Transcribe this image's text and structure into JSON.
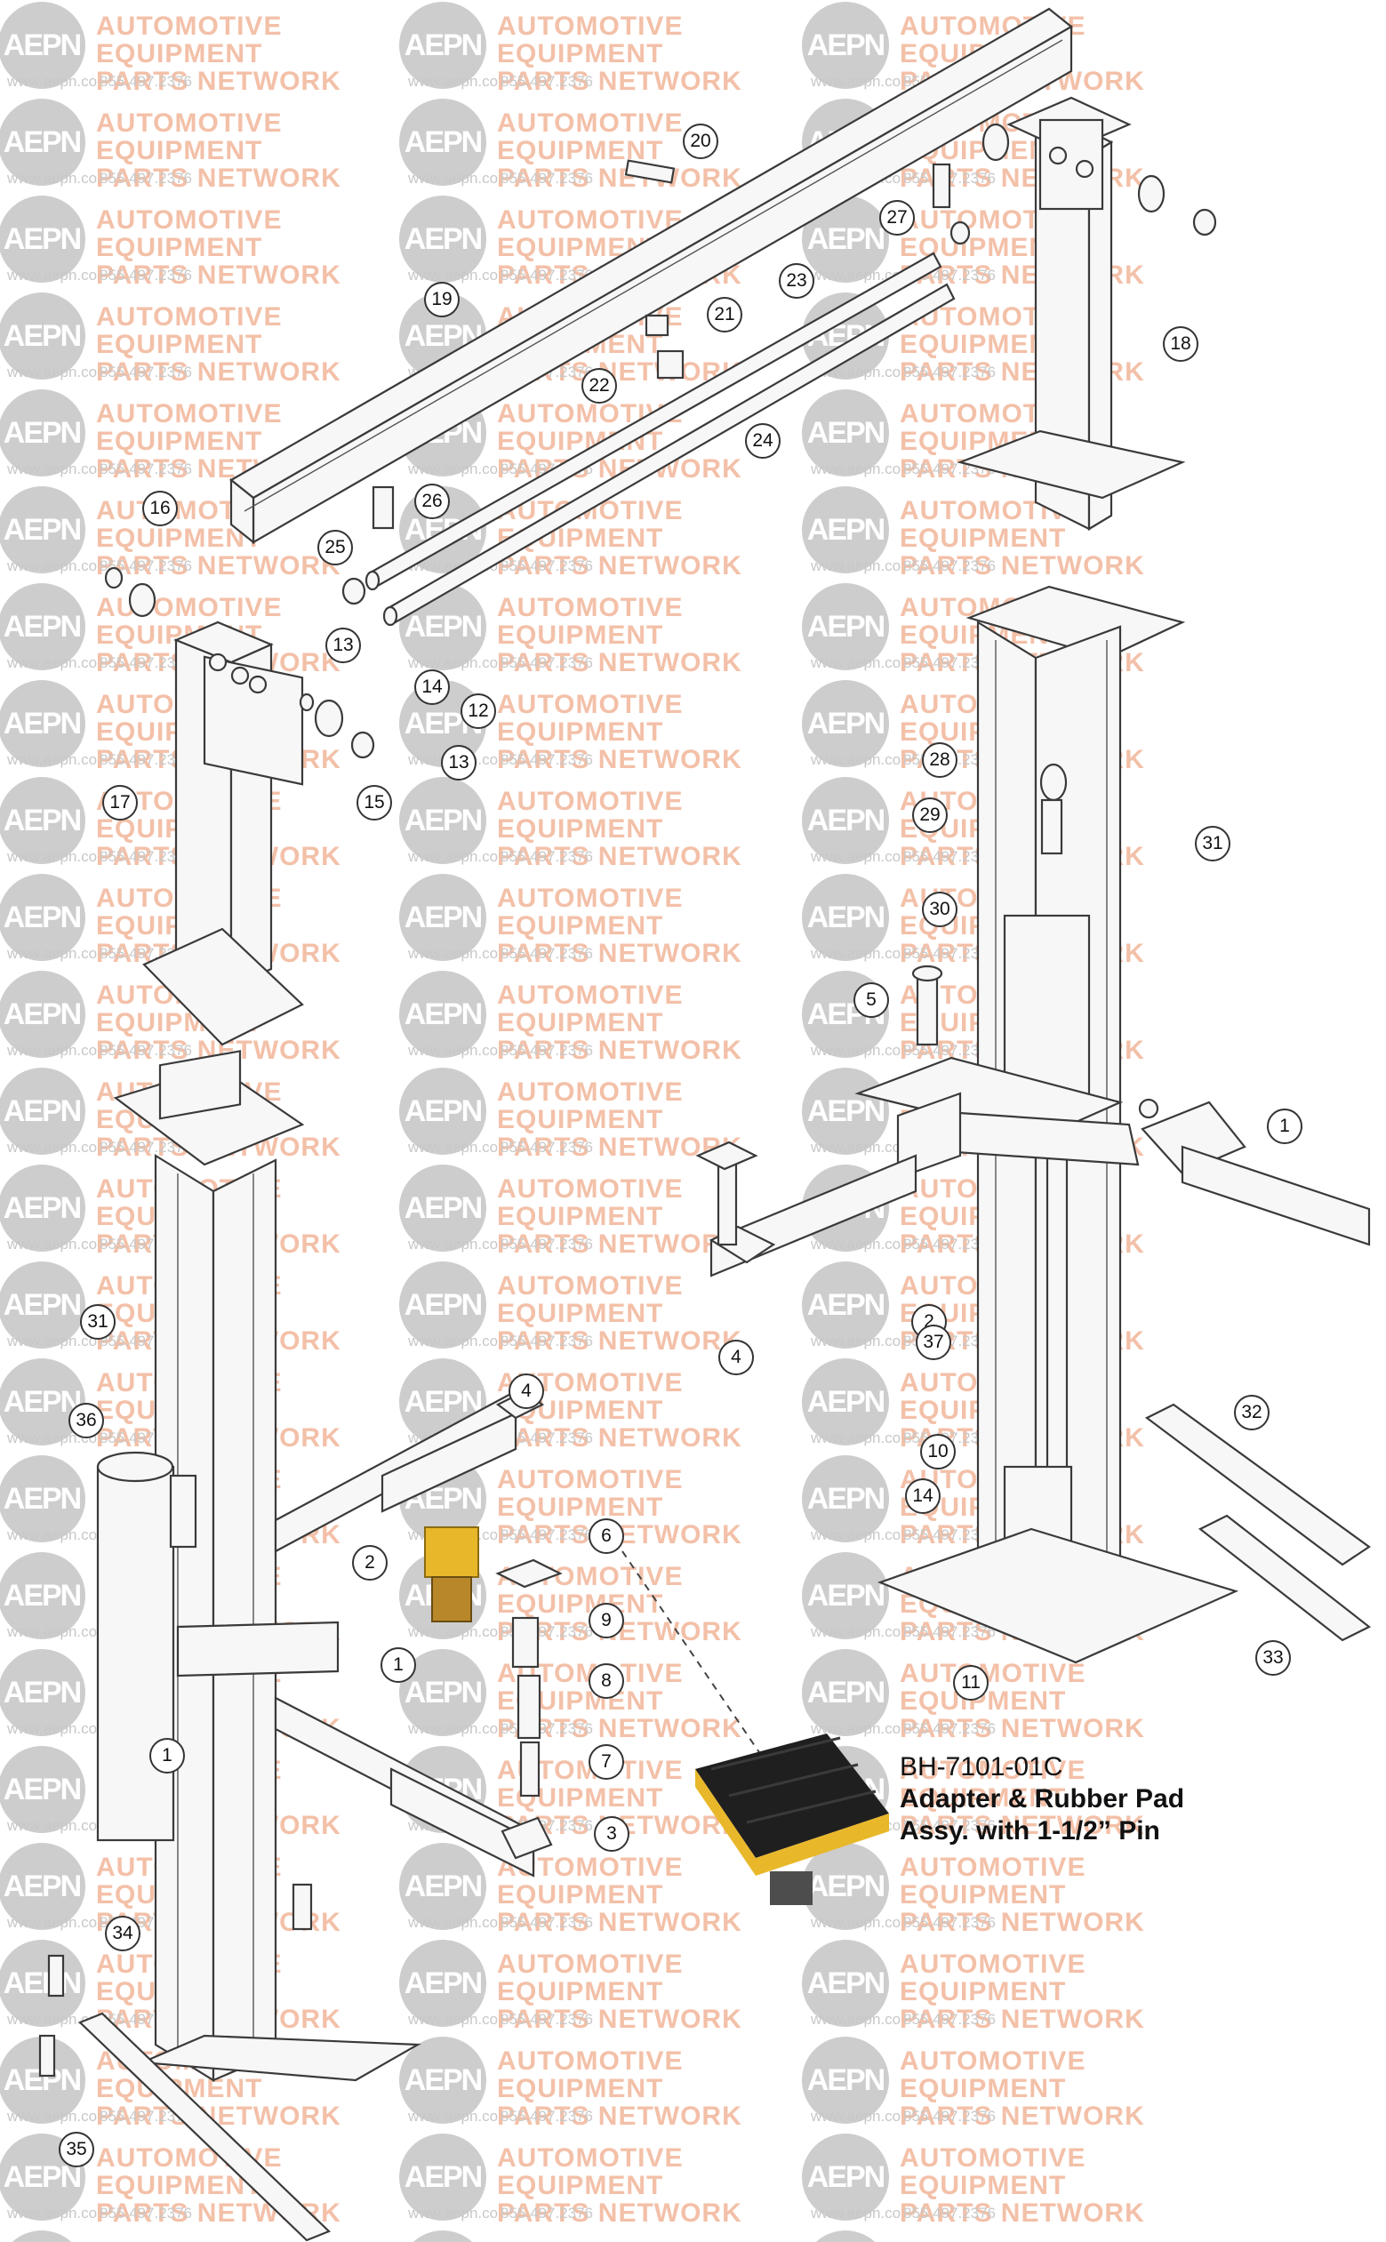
{
  "watermark": {
    "logo_text": "AEPN",
    "brand_line1": "AUTOMOTIVE EQUIPMENT",
    "brand_line2": "PARTS NETWORK",
    "left_line1": "IVE EQUIPMENT",
    "left_line2": "NETWORK",
    "url": "www.aepn.co",
    "phone": "855.497.2376",
    "colors": {
      "logo": "#cdcdcd",
      "brand_text": "#f3c0a8",
      "contact_text": "#c8c8c8"
    }
  },
  "diagram": {
    "callouts": [
      "1",
      "1",
      "1",
      "2",
      "2",
      "3",
      "4",
      "4",
      "5",
      "6",
      "7",
      "8",
      "9",
      "10",
      "11",
      "12",
      "13",
      "13",
      "14",
      "14",
      "15",
      "16",
      "17",
      "18",
      "19",
      "20",
      "21",
      "22",
      "23",
      "24",
      "25",
      "26",
      "27",
      "28",
      "29",
      "30",
      "31",
      "31",
      "32",
      "33",
      "34",
      "35",
      "36",
      "37"
    ]
  },
  "product_caption": {
    "part_number": "BH-7101-01C",
    "description_line1": "Adapter & Rubber Pad",
    "description_line2": "Assy. with 1-1/2” Pin",
    "pad_colors": {
      "rubber": "#1f1f1f",
      "adapter": "#e8b82a"
    }
  }
}
